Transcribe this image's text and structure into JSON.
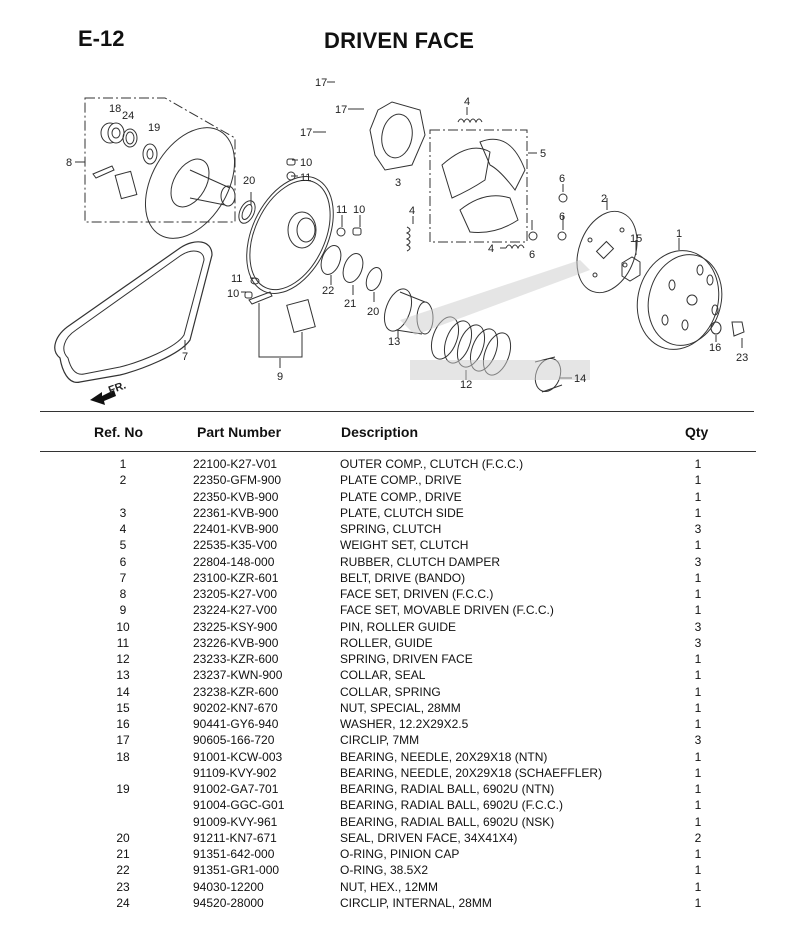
{
  "header": {
    "code": "E-12",
    "title": "DRIVEN FACE"
  },
  "diagram": {
    "callouts": [
      "1",
      "2",
      "3",
      "4",
      "4",
      "4",
      "5",
      "6",
      "6",
      "6",
      "7",
      "8",
      "9",
      "10",
      "10",
      "10",
      "11",
      "11",
      "11",
      "12",
      "13",
      "14",
      "15",
      "16",
      "17",
      "17",
      "17",
      "18",
      "19",
      "20",
      "20",
      "21",
      "22",
      "23",
      "24"
    ],
    "front_label": "FR."
  },
  "table": {
    "headers": {
      "ref": "Ref. No",
      "part": "Part Number",
      "desc": "Description",
      "qty": "Qty"
    },
    "rows": [
      {
        "ref": "1",
        "part": "22100-K27-V01",
        "desc": "OUTER COMP., CLUTCH (F.C.C.)",
        "qty": "1"
      },
      {
        "ref": "2",
        "part": "22350-GFM-900",
        "desc": "PLATE COMP., DRIVE",
        "qty": "1"
      },
      {
        "ref": "",
        "part": "22350-KVB-900",
        "desc": "PLATE COMP., DRIVE",
        "qty": "1"
      },
      {
        "ref": "3",
        "part": "22361-KVB-900",
        "desc": "PLATE, CLUTCH SIDE",
        "qty": "1"
      },
      {
        "ref": "4",
        "part": "22401-KVB-900",
        "desc": "SPRING, CLUTCH",
        "qty": "3"
      },
      {
        "ref": "5",
        "part": "22535-K35-V00",
        "desc": "WEIGHT SET, CLUTCH",
        "qty": "1"
      },
      {
        "ref": "6",
        "part": "22804-148-000",
        "desc": "RUBBER, CLUTCH DAMPER",
        "qty": "3"
      },
      {
        "ref": "7",
        "part": "23100-KZR-601",
        "desc": "BELT, DRIVE (BANDO)",
        "qty": "1"
      },
      {
        "ref": "8",
        "part": "23205-K27-V00",
        "desc": "FACE SET, DRIVEN (F.C.C.)",
        "qty": "1"
      },
      {
        "ref": "9",
        "part": "23224-K27-V00",
        "desc": "FACE SET, MOVABLE DRIVEN (F.C.C.)",
        "qty": "1"
      },
      {
        "ref": "10",
        "part": "23225-KSY-900",
        "desc": "PIN, ROLLER GUIDE",
        "qty": "3"
      },
      {
        "ref": "11",
        "part": "23226-KVB-900",
        "desc": "ROLLER, GUIDE",
        "qty": "3"
      },
      {
        "ref": "12",
        "part": "23233-KZR-600",
        "desc": "SPRING, DRIVEN FACE",
        "qty": "1"
      },
      {
        "ref": "13",
        "part": "23237-KWN-900",
        "desc": "COLLAR, SEAL",
        "qty": "1"
      },
      {
        "ref": "14",
        "part": "23238-KZR-600",
        "desc": "COLLAR, SPRING",
        "qty": "1"
      },
      {
        "ref": "15",
        "part": "90202-KN7-670",
        "desc": "NUT, SPECIAL, 28MM",
        "qty": "1"
      },
      {
        "ref": "16",
        "part": "90441-GY6-940",
        "desc": "WASHER, 12.2X29X2.5",
        "qty": "1"
      },
      {
        "ref": "17",
        "part": "90605-166-720",
        "desc": "CIRCLIP, 7MM",
        "qty": "3"
      },
      {
        "ref": "18",
        "part": "91001-KCW-003",
        "desc": "BEARING, NEEDLE, 20X29X18 (NTN)",
        "qty": "1"
      },
      {
        "ref": "",
        "part": "91109-KVY-902",
        "desc": "BEARING, NEEDLE, 20X29X18 (SCHAEFFLER)",
        "qty": "1"
      },
      {
        "ref": "19",
        "part": "91002-GA7-701",
        "desc": "BEARING, RADIAL BALL, 6902U (NTN)",
        "qty": "1"
      },
      {
        "ref": "",
        "part": "91004-GGC-G01",
        "desc": "BEARING, RADIAL BALL, 6902U (F.C.C.)",
        "qty": "1"
      },
      {
        "ref": "",
        "part": "91009-KVY-961",
        "desc": "BEARING, RADIAL BALL, 6902U (NSK)",
        "qty": "1"
      },
      {
        "ref": "20",
        "part": "91211-KN7-671",
        "desc": "SEAL, DRIVEN FACE, 34X41X4)",
        "qty": "2"
      },
      {
        "ref": "21",
        "part": "91351-642-000",
        "desc": "O-RING, PINION CAP",
        "qty": "1"
      },
      {
        "ref": "22",
        "part": "91351-GR1-000",
        "desc": "O-RING, 38.5X2",
        "qty": "1"
      },
      {
        "ref": "23",
        "part": "94030-12200",
        "desc": "NUT, HEX., 12MM",
        "qty": "1"
      },
      {
        "ref": "24",
        "part": "94520-28000",
        "desc": "CIRCLIP, INTERNAL, 28MM",
        "qty": "1"
      }
    ]
  }
}
